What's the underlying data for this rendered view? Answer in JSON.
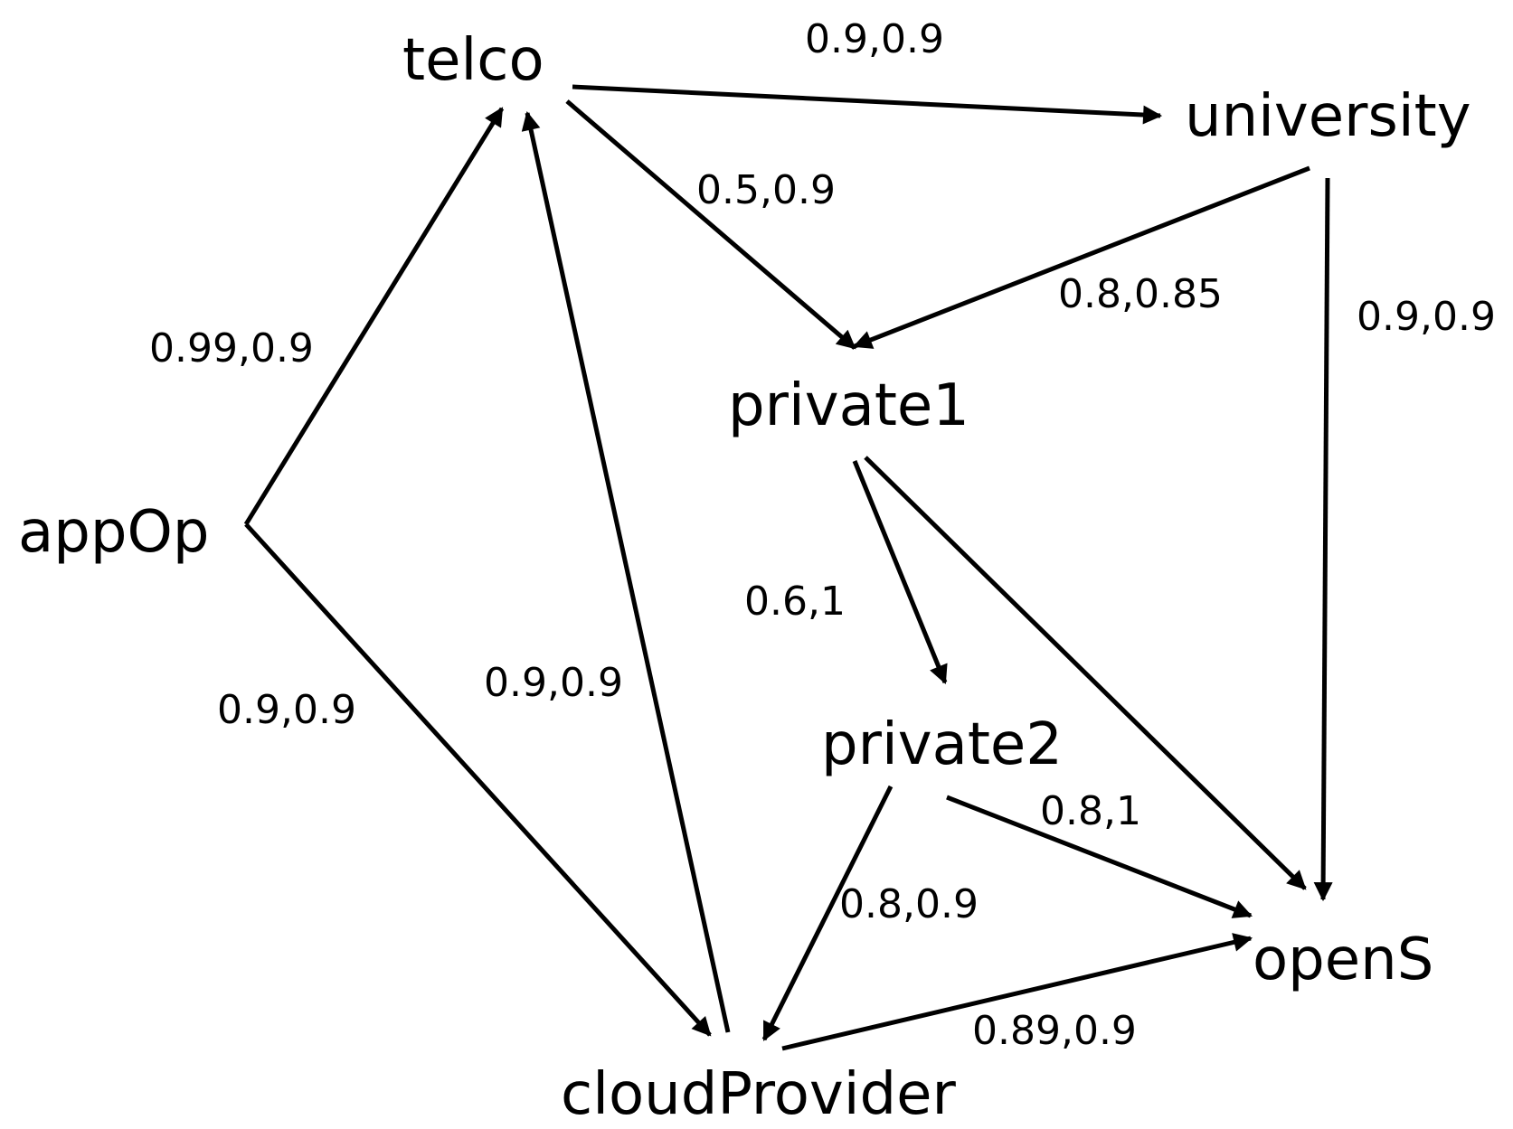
{
  "nodes": [
    {
      "id": "appOp",
      "label": "appOp"
    },
    {
      "id": "telco",
      "label": "telco"
    },
    {
      "id": "university",
      "label": "university"
    },
    {
      "id": "private1",
      "label": "private1"
    },
    {
      "id": "private2",
      "label": "private2"
    },
    {
      "id": "cloudProvider",
      "label": "cloudProvider"
    },
    {
      "id": "openS",
      "label": "openS"
    }
  ],
  "edges": [
    {
      "from": "appOp",
      "to": "telco",
      "label": "0.99,0.9"
    },
    {
      "from": "appOp",
      "to": "cloudProvider",
      "label": "0.9,0.9"
    },
    {
      "from": "cloudProvider",
      "to": "telco",
      "label": "0.9,0.9"
    },
    {
      "from": "telco",
      "to": "university",
      "label": "0.9,0.9"
    },
    {
      "from": "telco",
      "to": "private1",
      "label": "0.5,0.9"
    },
    {
      "from": "university",
      "to": "private1",
      "label": "0.8,0.85"
    },
    {
      "from": "university",
      "to": "openS",
      "label": "0.9,0.9"
    },
    {
      "from": "private1",
      "to": "private2",
      "label": "0.6,1"
    },
    {
      "from": "private1",
      "to": "openS",
      "label": ""
    },
    {
      "from": "private2",
      "to": "openS",
      "label": "0.8,1"
    },
    {
      "from": "private2",
      "to": "cloudProvider",
      "label": "0.8,0.9"
    },
    {
      "from": "cloudProvider",
      "to": "openS",
      "label": "0.89,0.9"
    }
  ]
}
